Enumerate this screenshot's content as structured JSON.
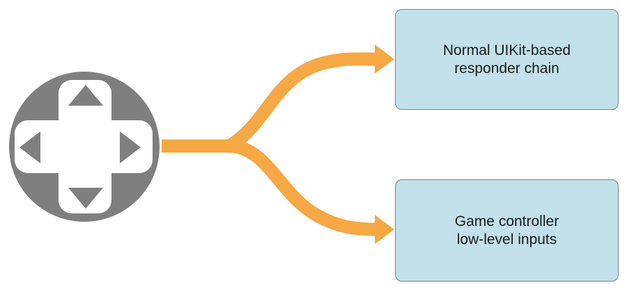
{
  "colors": {
    "background": "#FFFFFF",
    "arrow_orange": "#F5A843",
    "dpad_gray": "#7F7F7F",
    "box_fill": "#C2E1EB",
    "box_border": "#808080",
    "text": "#1A1A1A"
  },
  "icons": {
    "source": "dpad-icon"
  },
  "nodes": [
    {
      "id": "responder-chain",
      "lines": [
        "Normal UIKit-based",
        "responder chain"
      ]
    },
    {
      "id": "low-level-inputs",
      "lines": [
        "Game controller",
        "low-level inputs"
      ]
    }
  ],
  "arrows": [
    {
      "from": "dpad",
      "to": "responder-chain"
    },
    {
      "from": "dpad",
      "to": "low-level-inputs"
    }
  ]
}
